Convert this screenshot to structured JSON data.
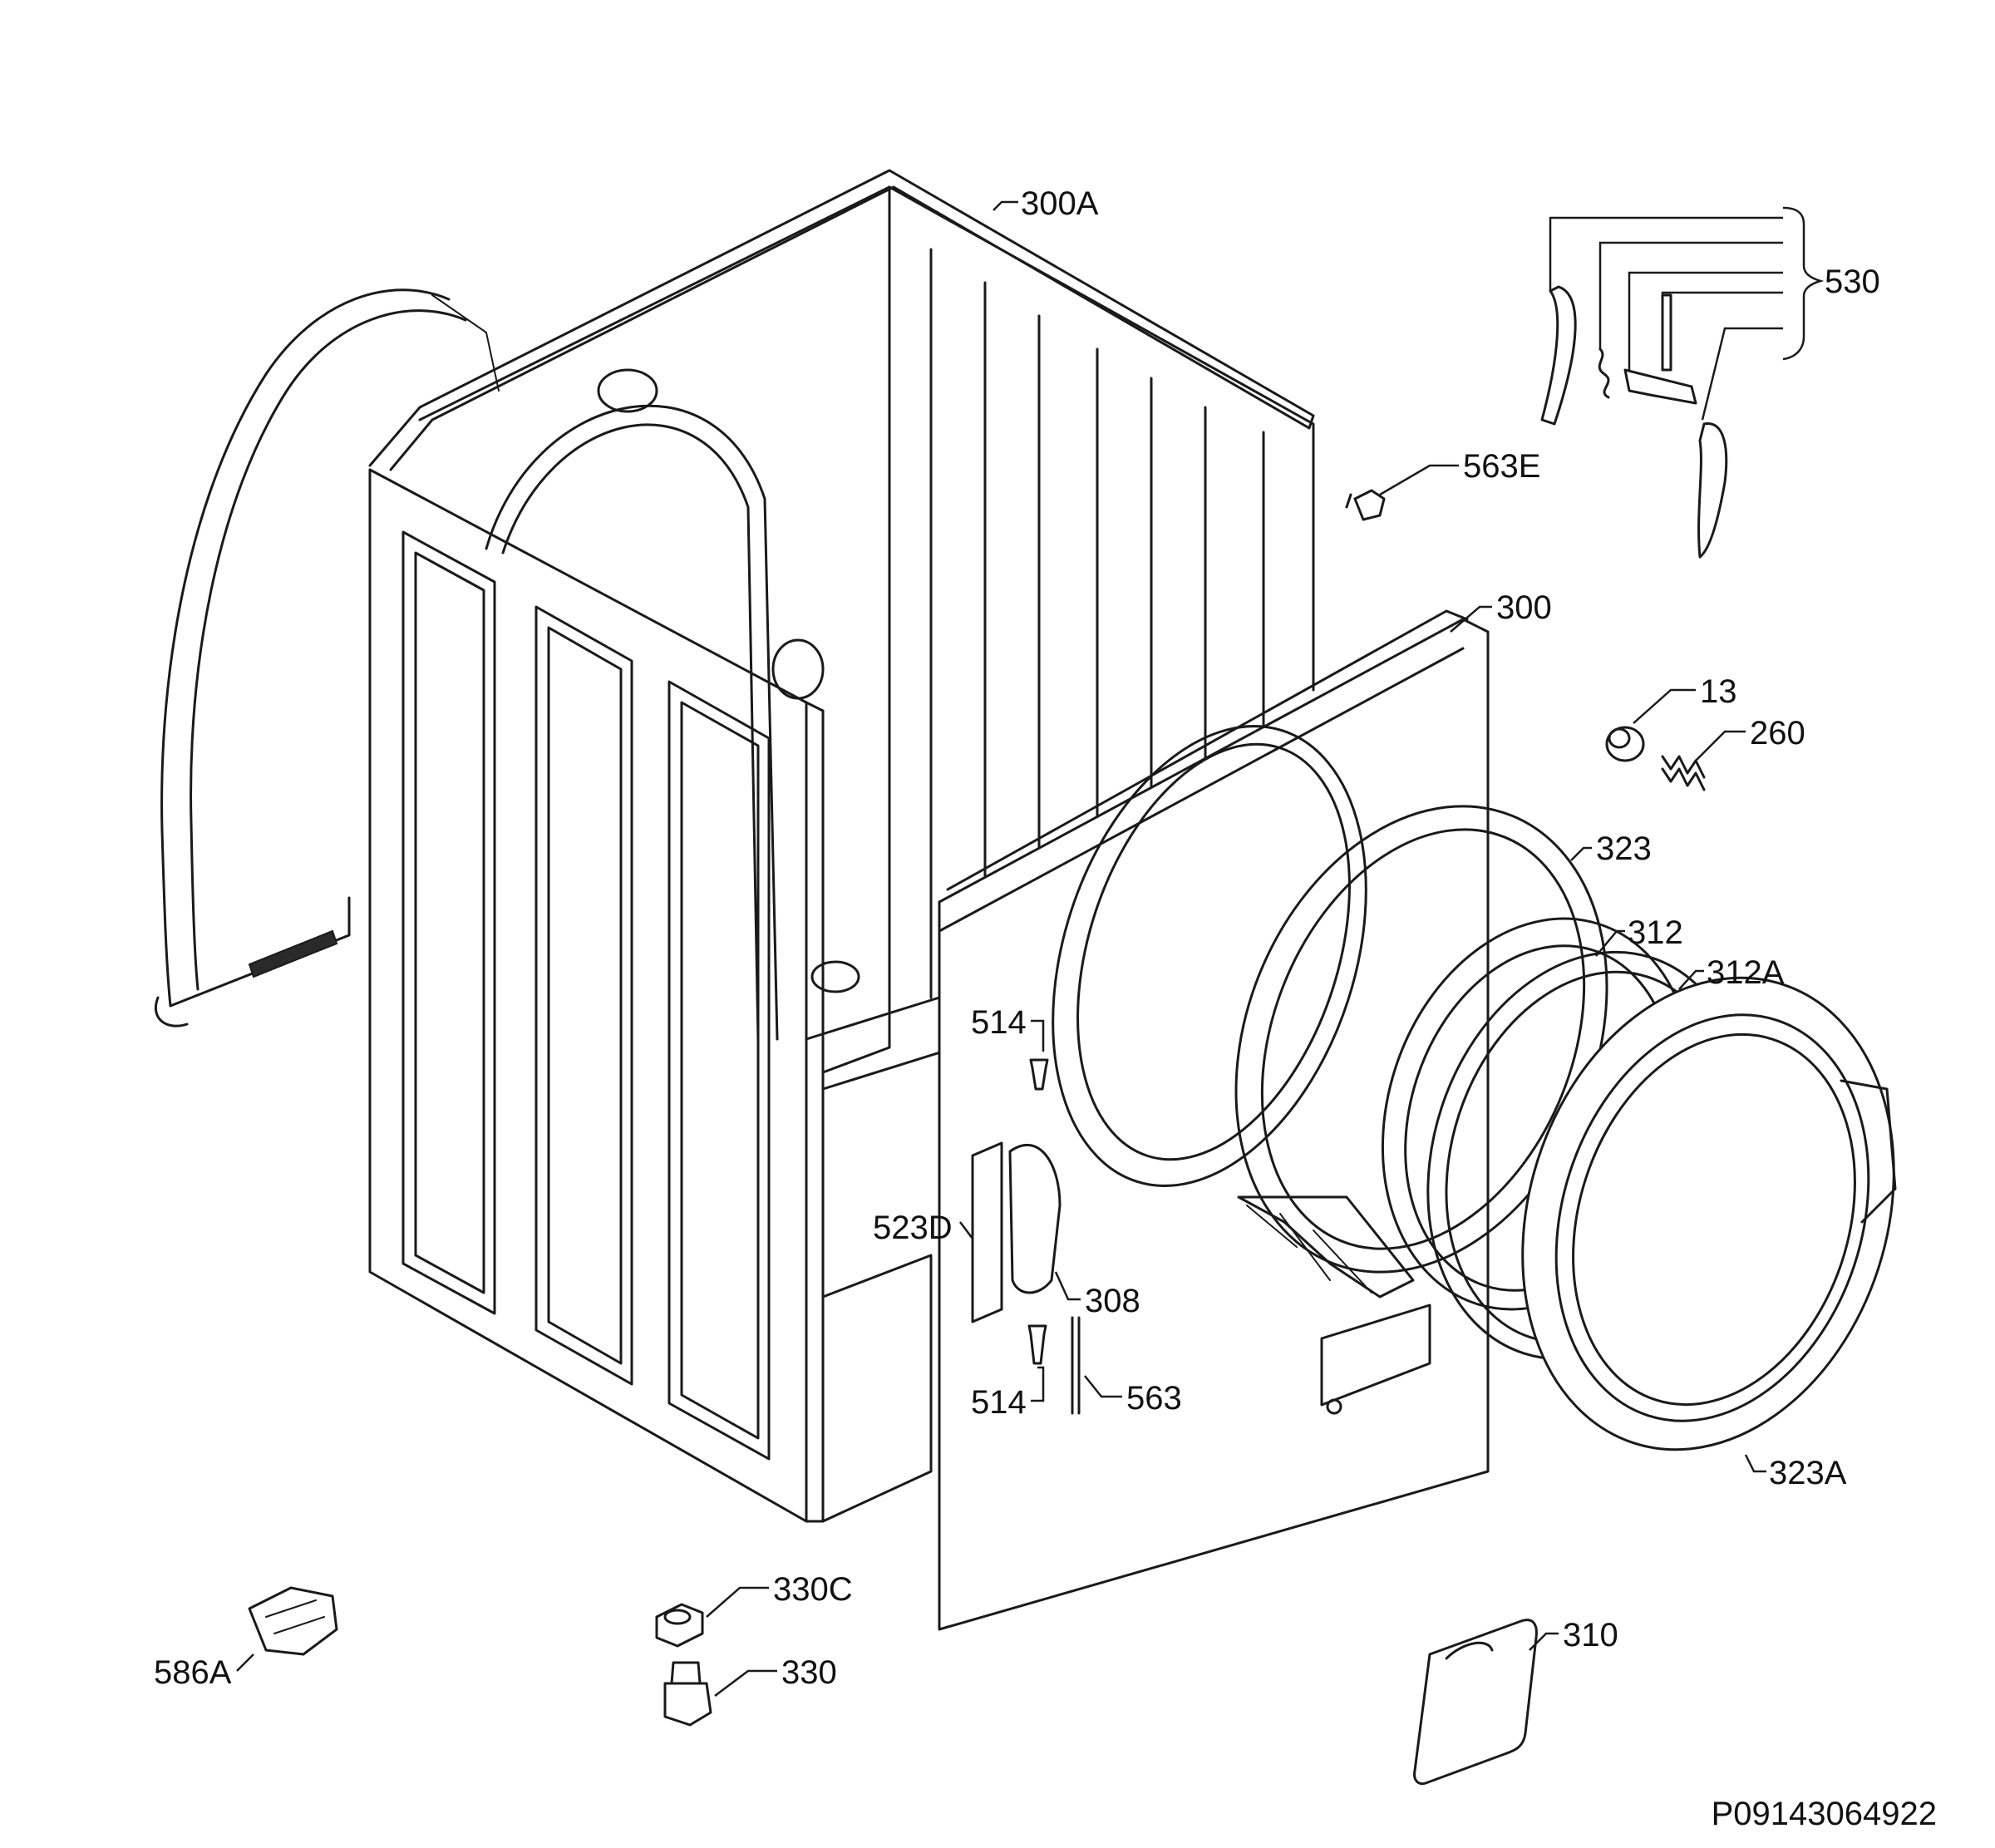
{
  "figure_code": "P09143064922",
  "callouts": {
    "c300A": "300A",
    "c530": "530",
    "c563E": "563E",
    "c300": "300",
    "c13": "13",
    "c260": "260",
    "c323": "323",
    "c312": "312",
    "c312A": "312A",
    "c514a": "514",
    "c523D": "523D",
    "c308": "308",
    "c514b": "514",
    "c563": "563",
    "c323A": "323A",
    "c330C": "330C",
    "c330": "330",
    "c586A": "586A",
    "c310": "310"
  }
}
